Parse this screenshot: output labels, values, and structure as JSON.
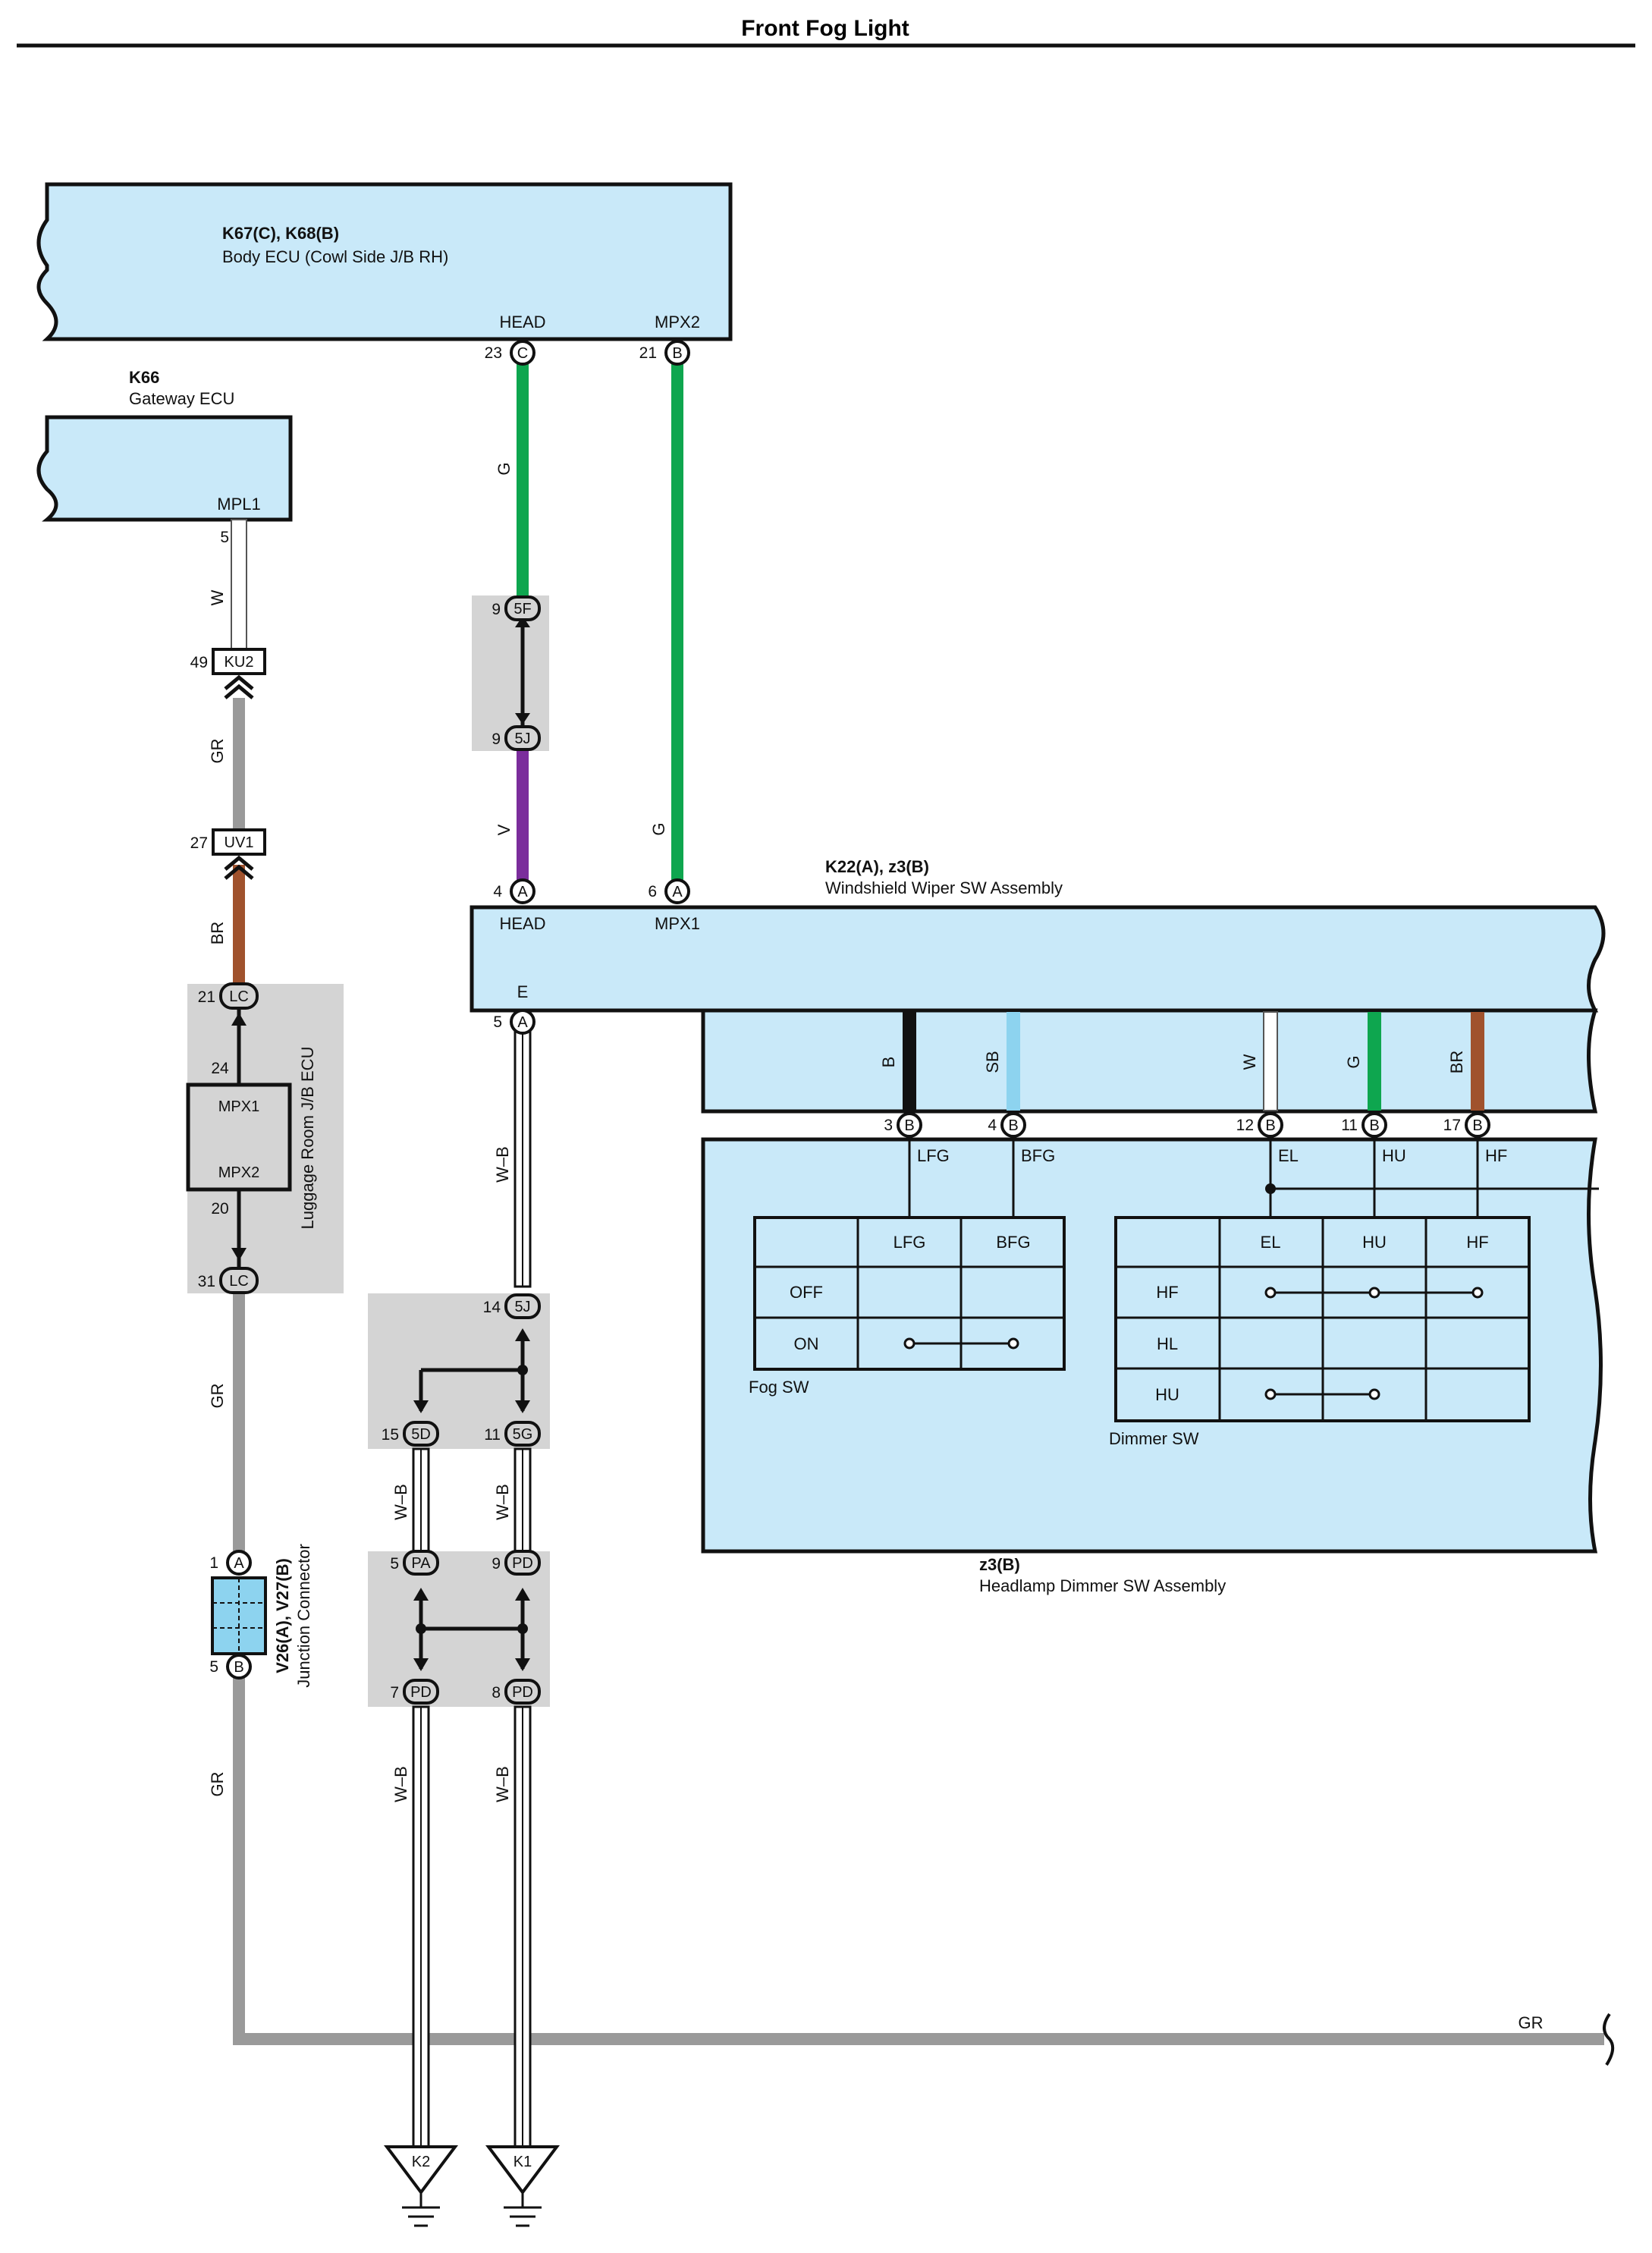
{
  "title": "Front Fog Light",
  "body_ecu": {
    "code": "K67(C), K68(B)",
    "name": "Body ECU (Cowl Side J/B RH)",
    "pin_head": "HEAD",
    "pin_mpx2": "MPX2",
    "head_num": "23",
    "head_conn": "C",
    "mpx2_num": "21",
    "mpx2_conn": "B"
  },
  "gateway_ecu": {
    "code": "K66",
    "name": "Gateway ECU",
    "pin": "MPL1",
    "num": "5"
  },
  "wires": {
    "w": "W",
    "gr": "GR",
    "br": "BR",
    "g": "G",
    "v": "V",
    "wb": "W–B",
    "b": "B",
    "sb": "SB"
  },
  "connectors": {
    "ku2_num": "49",
    "ku2": "KU2",
    "uv1_num": "27",
    "uv1": "UV1",
    "f5_num": "9",
    "f5": "5F",
    "j5_num": "9",
    "j5": "5J",
    "j5b_num": "14",
    "j5b": "5J",
    "d5_num": "15",
    "d5": "5D",
    "g5_num": "11",
    "g5": "5G",
    "pa_num": "5",
    "pa": "PA",
    "pd1_num": "9",
    "pd1": "PD",
    "pd2_num": "7",
    "pd2": "PD",
    "pd3_num": "8",
    "pd3": "PD"
  },
  "luggage": {
    "name": "Luggage Room J/B ECU",
    "lc1_num": "21",
    "lc1": "LC",
    "lc2_num": "31",
    "lc2": "LC",
    "n24": "24",
    "n20": "20",
    "mpx1": "MPX1",
    "mpx2": "MPX2"
  },
  "junction": {
    "code": "V26(A), V27(B)",
    "name": "Junction Connector",
    "a_num": "1",
    "a": "A",
    "b_num": "5",
    "b": "B"
  },
  "wiper": {
    "code": "K22(A), z3(B)",
    "name": "Windshield Wiper SW Assembly",
    "head": "HEAD",
    "mpx1": "MPX1",
    "e": "E",
    "head_num": "4",
    "head_conn": "A",
    "mpx1_num": "6",
    "mpx1_conn": "A",
    "e_num": "5",
    "e_conn": "A"
  },
  "dimmer_asm": {
    "code": "z3(B)",
    "name": "Headlamp Dimmer SW Assembly",
    "pins": [
      {
        "num": "3",
        "conn": "B",
        "label": "LFG",
        "wire": "B",
        "color": "#111111"
      },
      {
        "num": "4",
        "conn": "B",
        "label": "BFG",
        "wire": "SB",
        "color": "#8dd3ef"
      },
      {
        "num": "12",
        "conn": "B",
        "label": "EL",
        "wire": "W",
        "color": "#ffffff"
      },
      {
        "num": "11",
        "conn": "B",
        "label": "HU",
        "wire": "G",
        "color": "#0ea64f"
      },
      {
        "num": "17",
        "conn": "B",
        "label": "HF",
        "wire": "BR",
        "color": "#a0522d"
      }
    ]
  },
  "fog_sw": {
    "name": "Fog SW",
    "headers": [
      "LFG",
      "BFG"
    ],
    "rows": [
      "OFF",
      "ON"
    ]
  },
  "dimmer_sw": {
    "name": "Dimmer SW",
    "headers": [
      "EL",
      "HU",
      "HF"
    ],
    "rows": [
      "HF",
      "HL",
      "HU"
    ]
  },
  "grounds": {
    "k2": "K2",
    "k1": "K1"
  },
  "colors": {
    "box_fill": "#c9e9f9",
    "shade": "#d4d4d4",
    "green": "#0ea64f",
    "purple": "#7b2d9c",
    "brown": "#a0522d",
    "gray": "#9a9a9a"
  }
}
